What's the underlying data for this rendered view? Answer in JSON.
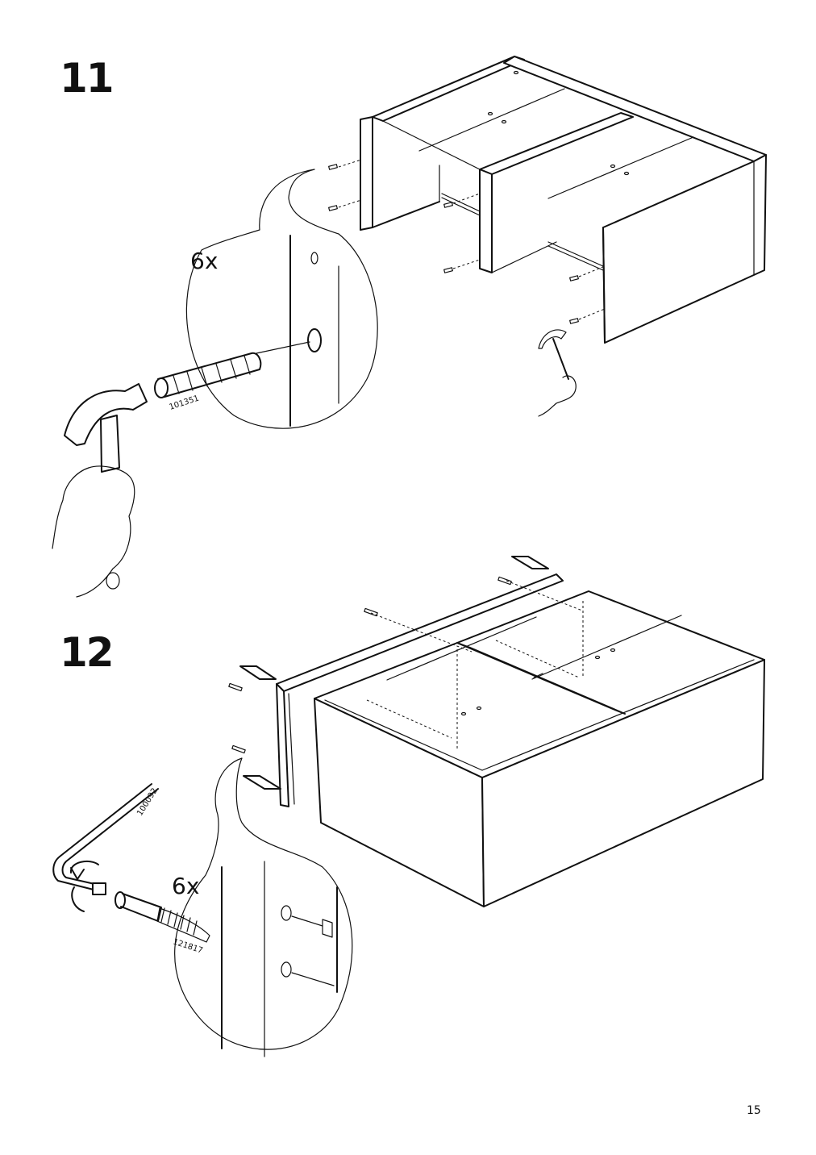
{
  "steps": [
    {
      "number": "11",
      "quantity": "6x",
      "part_number": "101351",
      "tool": "hammer-icon"
    },
    {
      "number": "12",
      "quantity": "6x",
      "part_number": "121817",
      "tool_part_number": "100092",
      "tool": "allen-key-icon"
    }
  ],
  "page": {
    "number": "15"
  }
}
